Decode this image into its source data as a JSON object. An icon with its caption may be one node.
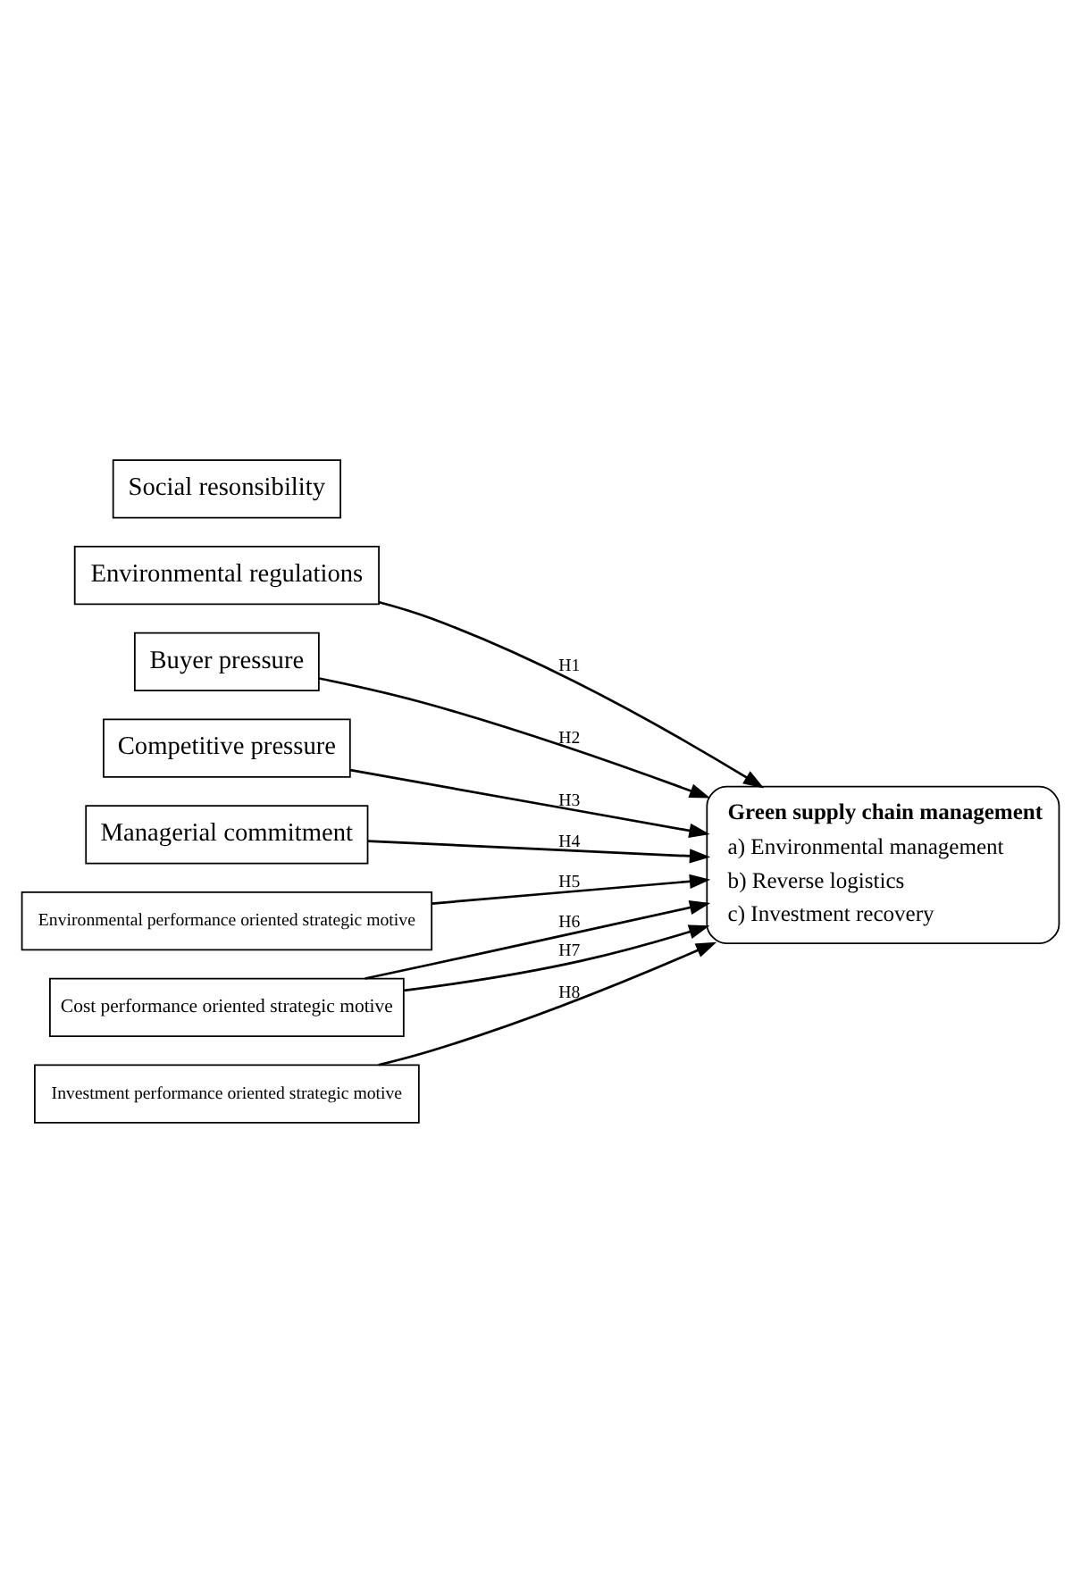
{
  "diagram": {
    "nodes": [
      {
        "text": [
          "Environmental regulations"
        ]
      },
      {
        "text": [
          "Social resonsibility"
        ]
      },
      {
        "text": [
          "Buyer pressure"
        ]
      },
      {
        "text": [
          "Competitive pressure"
        ]
      },
      {
        "text": [
          "Managerial commitment"
        ]
      },
      {
        "text": [
          "Environmental performance oriented strategic motive"
        ]
      },
      {
        "text": [
          "Cost performance oriented strategic motive"
        ]
      },
      {
        "text": [
          "Investment performance oriented strategic motive"
        ]
      },
      {
        "text": [
          "Green supply chain management",
          "a) Environmental management",
          "b) Reverse logistics",
          "c) Investment recovery"
        ]
      }
    ],
    "edges": [
      {
        "from": 0,
        "to": 8,
        "arrow": "to",
        "label": "H1"
      },
      {
        "from": 2,
        "to": 8,
        "arrow": "to",
        "label": "H2"
      },
      {
        "from": 3,
        "to": 8,
        "arrow": "to",
        "label": "H3"
      },
      {
        "from": 4,
        "to": 8,
        "arrow": "to",
        "label": "H4"
      },
      {
        "from": 5,
        "to": 8,
        "arrow": "to",
        "label": "H5"
      },
      {
        "from": 6,
        "to": 8,
        "arrow": "to",
        "label": "H6"
      },
      {
        "from": 6,
        "to": 8,
        "arrow": "to",
        "label": "H7"
      },
      {
        "from": 7,
        "to": 8,
        "arrow": "to",
        "label": "H8"
      }
    ]
  }
}
